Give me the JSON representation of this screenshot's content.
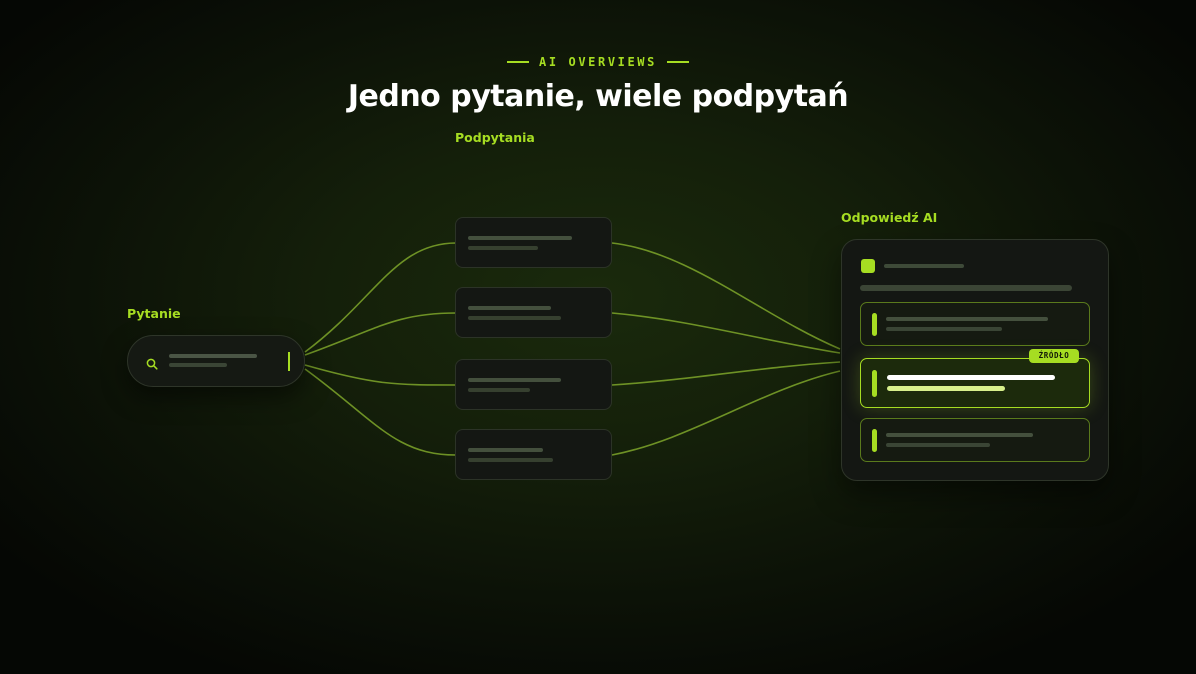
{
  "header": {
    "eyebrow": "AI OVERVIEWS",
    "title": "Jedno pytanie, wiele podpytań"
  },
  "labels": {
    "question": "Pytanie",
    "subquestions": "Podpytania",
    "answer": "Odpowiedź AI"
  },
  "answer": {
    "source_badge": "ŹRÓDŁO"
  },
  "colors": {
    "accent": "#a6dd22",
    "background": "#111a09",
    "card": "#141713",
    "connector": "#7ea62a"
  },
  "icons": {
    "search": "search-icon"
  }
}
